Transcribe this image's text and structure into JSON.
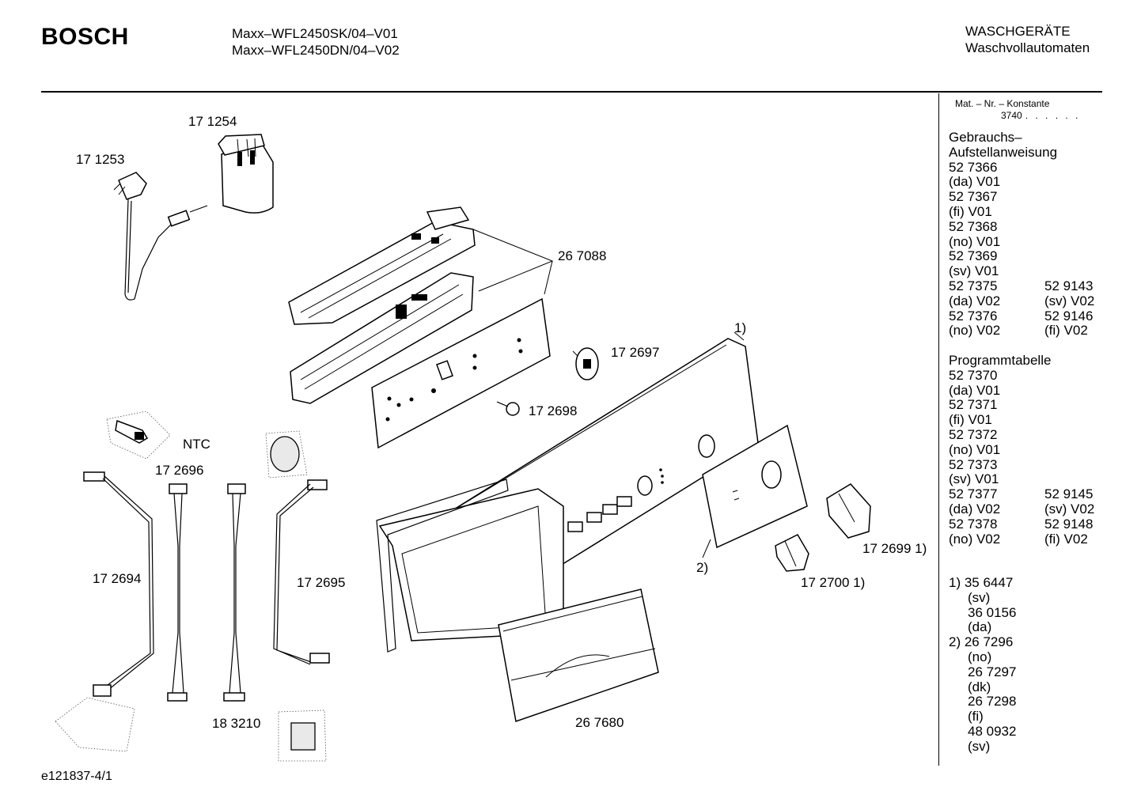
{
  "header": {
    "brand": "BOSCH",
    "models": [
      "Maxx–WFL2450SK/04–V01",
      "Maxx–WFL2450DN/04–V02"
    ],
    "category": [
      "WASCHGERÄTE",
      "Waschvollautomaten"
    ]
  },
  "sidebar": {
    "mat_label": "Mat. – Nr. – Konstante",
    "mat_value": "3740",
    "mat_dots": ". . . . . .",
    "manual_title": [
      "Gebrauchs–",
      "Aufstellanweisung"
    ],
    "manual_rows": [
      [
        "52 7366",
        ""
      ],
      [
        "(da) V01",
        ""
      ],
      [
        "52 7367",
        ""
      ],
      [
        "(fi) V01",
        ""
      ],
      [
        "52  7368",
        ""
      ],
      [
        "(no) V01",
        ""
      ],
      [
        "52 7369",
        ""
      ],
      [
        "(sv) V01",
        ""
      ],
      [
        "52 7375",
        "52 9143"
      ],
      [
        "(da) V02",
        "(sv) V02"
      ],
      [
        "52 7376",
        "52 9146"
      ],
      [
        "(no) V02",
        "(fi) V02"
      ]
    ],
    "program_title": "Programmtabelle",
    "program_rows": [
      [
        "52 7370",
        ""
      ],
      [
        "(da) V01",
        ""
      ],
      [
        "52 7371",
        ""
      ],
      [
        "(fi) V01",
        ""
      ],
      [
        "52  7372",
        ""
      ],
      [
        "(no) V01",
        ""
      ],
      [
        "52 7373",
        ""
      ],
      [
        "(sv) V01",
        ""
      ],
      [
        "52 7377",
        "52 9145"
      ],
      [
        "(da) V02",
        "(sv) V02"
      ],
      [
        "52 7378",
        "52 9148"
      ],
      [
        "(no) V02",
        "(fi) V02"
      ]
    ],
    "notes": [
      {
        "text": "1) 35 6447",
        "indent": false
      },
      {
        "text": "(sv)",
        "indent": true
      },
      {
        "text": "36 0156",
        "indent": true
      },
      {
        "text": "(da)",
        "indent": true
      },
      {
        "text": "2) 26 7296",
        "indent": false
      },
      {
        "text": "(no)",
        "indent": true
      },
      {
        "text": "26 7297",
        "indent": true
      },
      {
        "text": "(dk)",
        "indent": true
      },
      {
        "text": "26 7298",
        "indent": true
      },
      {
        "text": "(fi)",
        "indent": true
      },
      {
        "text": "48 0932",
        "indent": true
      },
      {
        "text": "(sv)",
        "indent": true
      }
    ]
  },
  "parts": {
    "p171254": "17 1254",
    "p171253": "17 1253",
    "p267088": "26 7088",
    "p172697": "17 2697",
    "p172698": "17 2698",
    "callout1": "1)",
    "ntc": "NTC",
    "p172696": "17 2696",
    "p172694": "17 2694",
    "p172695": "17 2695",
    "callout2": "2)",
    "p1726991": "17 2699 1)",
    "p1727001": "17 2700 1)",
    "p183210": "18 3210",
    "p267680": "26 7680"
  },
  "footer": {
    "code": "e121837-4/1"
  }
}
